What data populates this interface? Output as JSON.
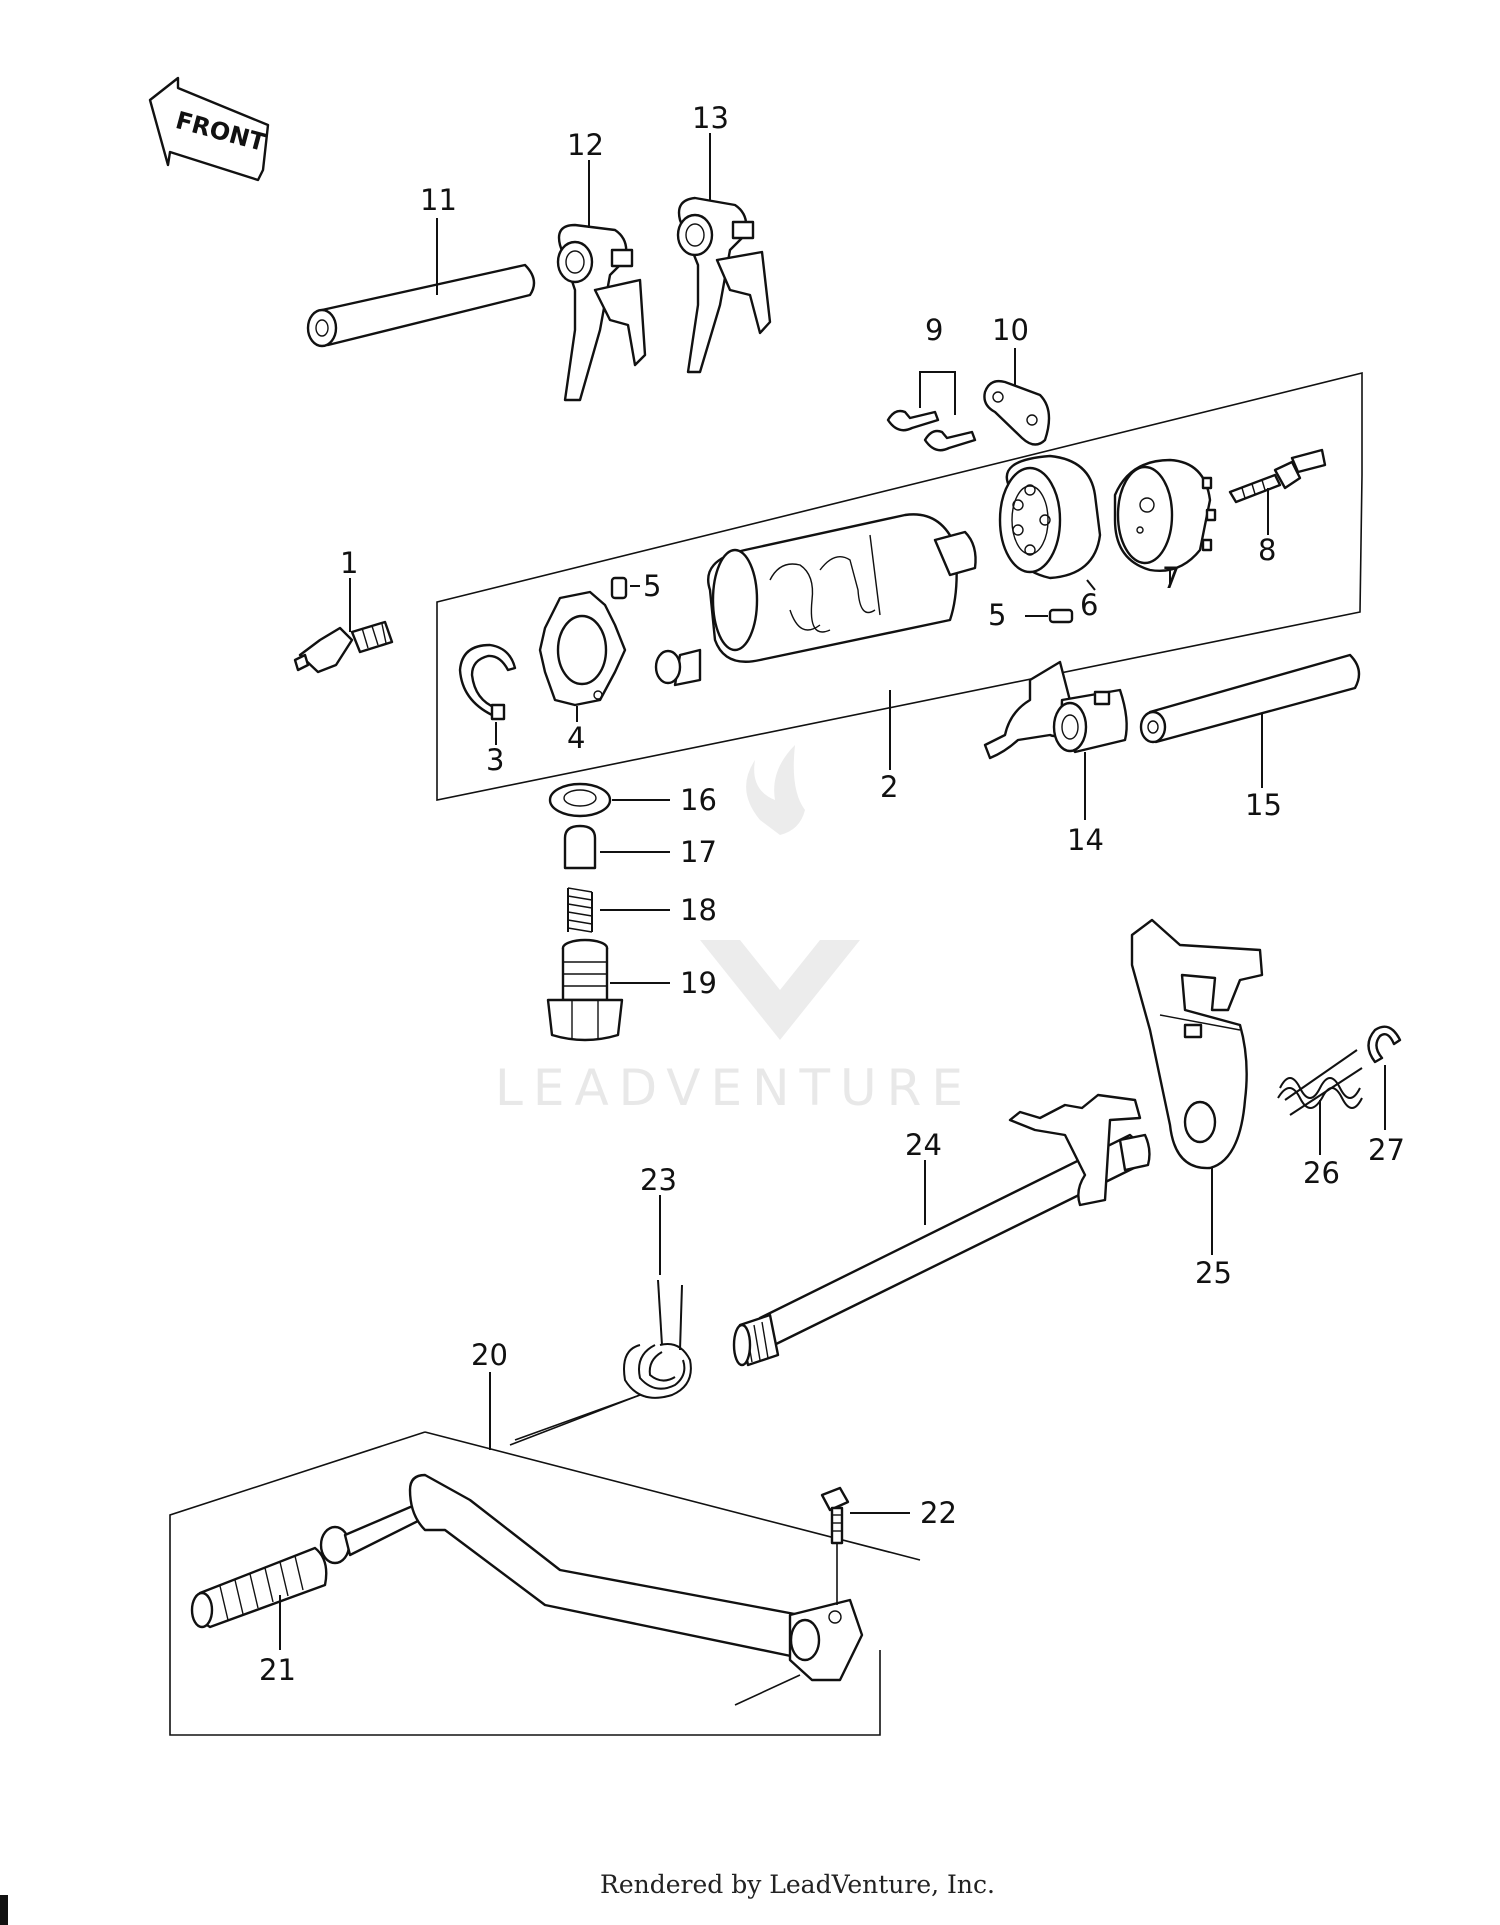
{
  "front_arrow": "FRONT",
  "watermark": "LEADVENTURE",
  "footer": "Rendered by LeadVenture, Inc.",
  "labels": {
    "p1": "1",
    "p2": "2",
    "p3": "3",
    "p4": "4",
    "p5a": "5",
    "p5b": "5",
    "p6": "6",
    "p7": "7",
    "p8": "8",
    "p9": "9",
    "p10": "10",
    "p11": "11",
    "p12": "12",
    "p13": "13",
    "p14": "14",
    "p15": "15",
    "p16": "16",
    "p17": "17",
    "p18": "18",
    "p19": "19",
    "p20": "20",
    "p21": "21",
    "p22": "22",
    "p23": "23",
    "p24": "24",
    "p25": "25",
    "p26": "26",
    "p27": "27"
  }
}
